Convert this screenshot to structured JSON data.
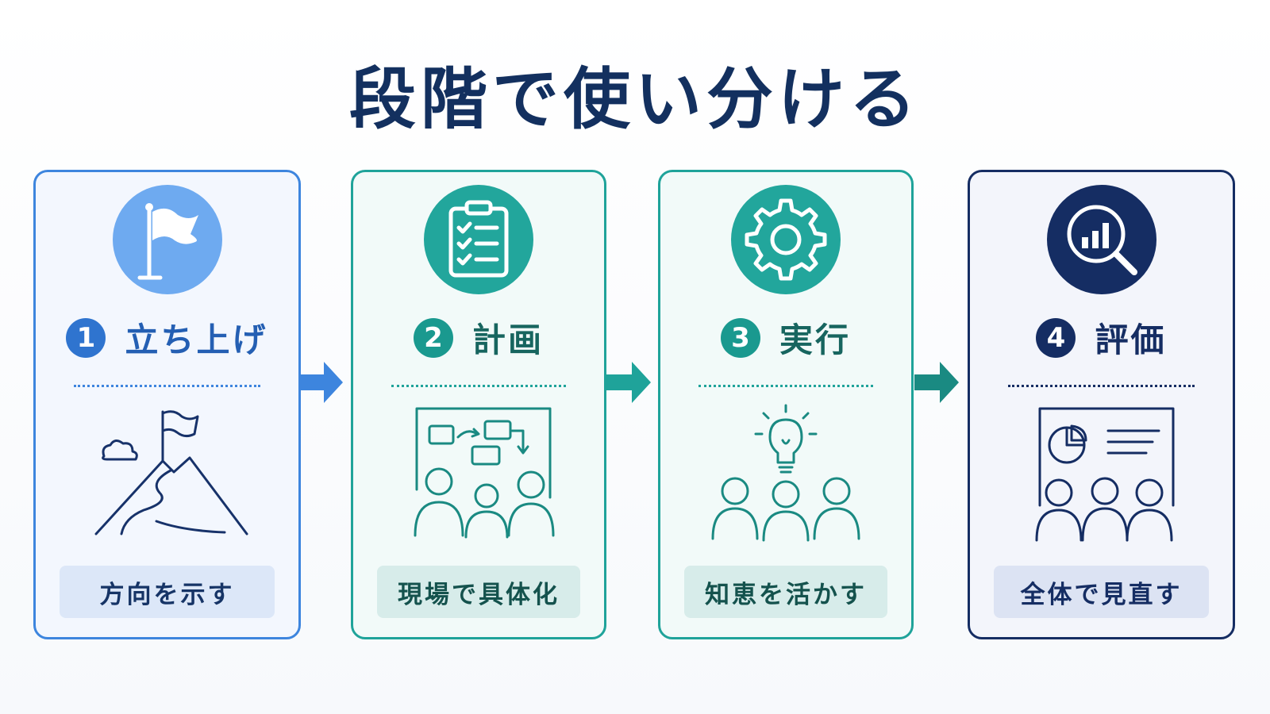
{
  "title": "段階で使い分ける",
  "steps": [
    {
      "number": "1",
      "label": "立ち上げ",
      "caption": "方向を示す",
      "icon": "flag-icon",
      "illustration": "mountain-flag-icon",
      "color": "#3d85de"
    },
    {
      "number": "2",
      "label": "計画",
      "caption": "現場で具体化",
      "icon": "clipboard-checklist-icon",
      "illustration": "planning-board-team-icon",
      "color": "#1fa39a"
    },
    {
      "number": "3",
      "label": "実行",
      "caption": "知恵を活かす",
      "icon": "gear-icon",
      "illustration": "lightbulb-team-icon",
      "color": "#1fa39a"
    },
    {
      "number": "4",
      "label": "評価",
      "caption": "全体で見直す",
      "icon": "magnifier-chart-icon",
      "illustration": "presentation-team-icon",
      "color": "#152d63"
    }
  ]
}
